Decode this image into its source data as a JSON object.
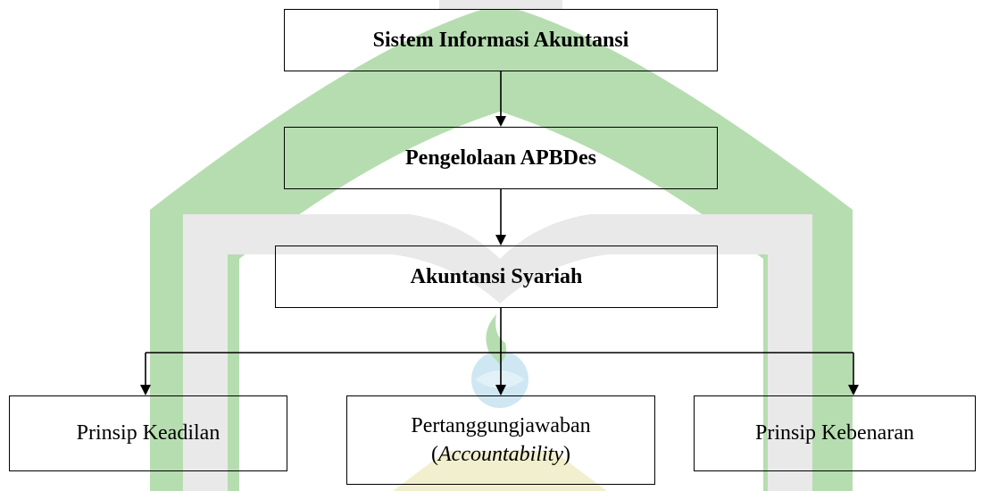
{
  "diagram": {
    "root": {
      "label": "Sistem Informasi Akuntansi"
    },
    "level2": {
      "label": "Pengelolaan APBDes"
    },
    "level3": {
      "label": "Akuntansi Syariah"
    },
    "children": [
      {
        "label": "Prinsip Keadilan"
      },
      {
        "line1": "Pertanggungjawaban",
        "line2_prefix": "(",
        "line2_italic": "Accountability",
        "line2_suffix": ")"
      },
      {
        "label": "Prinsip Kebenaran"
      }
    ]
  },
  "colors": {
    "watermark_green": "#b6ddb0",
    "watermark_gray": "#e9e9e9",
    "watermark_yellow": "#f2efcf",
    "watermark_blue": "#cfe7f2",
    "line": "#000000"
  }
}
